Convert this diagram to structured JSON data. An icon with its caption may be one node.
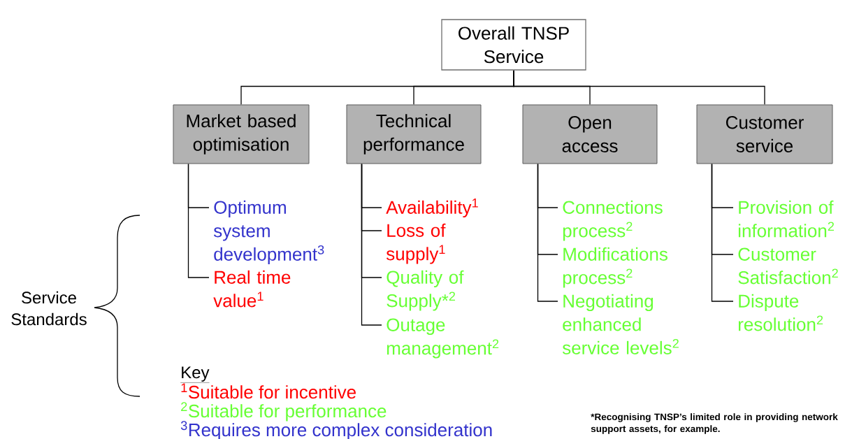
{
  "diagram": {
    "nodes": [
      {
        "text": [
          "Overall TNSP Service"
        ]
      },
      {
        "text": [
          "Market based optimisation"
        ]
      },
      {
        "text": [
          "Technical performance"
        ]
      },
      {
        "text": [
          "Open access"
        ]
      },
      {
        "text": [
          "Customer service"
        ]
      },
      {
        "text": [
          "Optimum system development$^{3}$"
        ]
      },
      {
        "text": [
          "Real time value$^{1}$"
        ]
      },
      {
        "text": [
          "Availability$^{1}$"
        ]
      },
      {
        "text": [
          "Loss of supply$^{1}$"
        ]
      },
      {
        "text": [
          "Quality of Supply*$^{2}$"
        ]
      },
      {
        "text": [
          "Outage management$^{2}$"
        ]
      },
      {
        "text": [
          "Connections process$^{2}$"
        ]
      },
      {
        "text": [
          "Modifications process$^{2}$"
        ]
      },
      {
        "text": [
          "Negotiating enhanced service levels$^{2}$"
        ]
      },
      {
        "text": [
          "Provision of information$^{2}$"
        ]
      },
      {
        "text": [
          "Customer Satisfaction$^{2}$"
        ]
      },
      {
        "text": [
          "Dispute resolution$^{2}$"
        ]
      }
    ],
    "edges": [
      {
        "from": 0,
        "to": 1,
        "arrow": "none"
      },
      {
        "from": 0,
        "to": 2,
        "arrow": "none"
      },
      {
        "from": 0,
        "to": 3,
        "arrow": "none"
      },
      {
        "from": 0,
        "to": 4,
        "arrow": "none"
      },
      {
        "from": 1,
        "to": 5,
        "arrow": "none"
      },
      {
        "from": 1,
        "to": 6,
        "arrow": "none"
      },
      {
        "from": 2,
        "to": 7,
        "arrow": "none"
      },
      {
        "from": 2,
        "to": 8,
        "arrow": "none"
      },
      {
        "from": 2,
        "to": 9,
        "arrow": "none"
      },
      {
        "from": 2,
        "to": 10,
        "arrow": "none"
      },
      {
        "from": 3,
        "to": 11,
        "arrow": "none"
      },
      {
        "from": 3,
        "to": 12,
        "arrow": "none"
      },
      {
        "from": 3,
        "to": 13,
        "arrow": "none"
      },
      {
        "from": 4,
        "to": 14,
        "arrow": "none"
      },
      {
        "from": 4,
        "to": 15,
        "arrow": "none"
      },
      {
        "from": 4,
        "to": 16,
        "arrow": "none"
      }
    ],
    "labels": [
      "Service Standards",
      "Key",
      "*Recognising TNSP’s limited role in providing network support assets, for example."
    ],
    "legend": [
      {
        "text": "$^{1}$Suitable for incentive",
        "color": "#ff0000"
      },
      {
        "text": "$^{2}$Suitable for performance",
        "color": "#66ff33"
      },
      {
        "text": "$^{3}$Requires more complex consideration",
        "color": "#3333cc"
      }
    ]
  }
}
